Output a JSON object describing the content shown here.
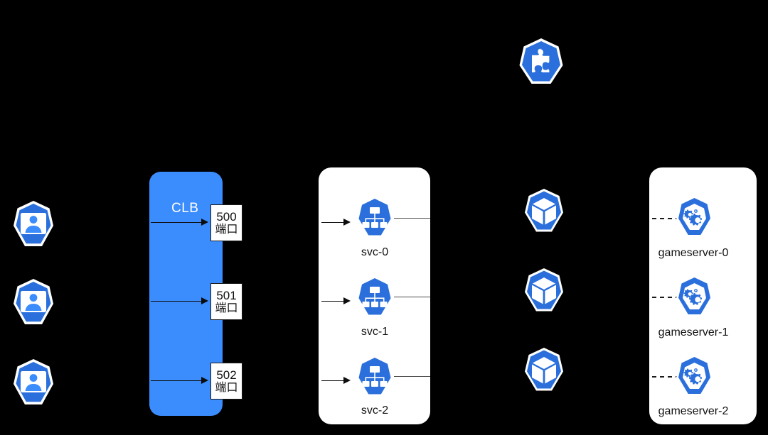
{
  "diagram": {
    "title_visible": false,
    "background": "#000000",
    "colors": {
      "clb_blue": "#3b8cfc",
      "k8s_blue": "#2a6fdb",
      "icon_white": "#ffffff",
      "container_white": "#ffffff",
      "line_black": "#0d0d0d",
      "label_black": "#111111"
    },
    "clb": {
      "label": "CLB",
      "ports": [
        {
          "number": "500",
          "unit": "端口"
        },
        {
          "number": "501",
          "unit": "端口"
        },
        {
          "number": "502",
          "unit": "端口"
        }
      ]
    },
    "users": [
      {
        "icon": "user-icon",
        "label": ""
      },
      {
        "icon": "user-icon",
        "label": ""
      },
      {
        "icon": "user-icon",
        "label": ""
      }
    ],
    "services": {
      "container": "service-group",
      "items": [
        {
          "icon": "k8s-service-icon",
          "label": "svc-0"
        },
        {
          "icon": "k8s-service-icon",
          "label": "svc-1"
        },
        {
          "icon": "k8s-service-icon",
          "label": "svc-2"
        }
      ]
    },
    "pods": [
      {
        "icon": "k8s-pod-icon",
        "label": ""
      },
      {
        "icon": "k8s-pod-icon",
        "label": ""
      },
      {
        "icon": "k8s-pod-icon",
        "label": ""
      }
    ],
    "gameservers": {
      "container": "gameserver-group",
      "items": [
        {
          "icon": "k8s-crd-icon",
          "label": "gameserver-0"
        },
        {
          "icon": "k8s-crd-icon",
          "label": "gameserver-1"
        },
        {
          "icon": "k8s-crd-icon",
          "label": "gameserver-2"
        }
      ]
    },
    "controller": {
      "icon": "k8s-puzzle-icon",
      "label": ""
    }
  }
}
